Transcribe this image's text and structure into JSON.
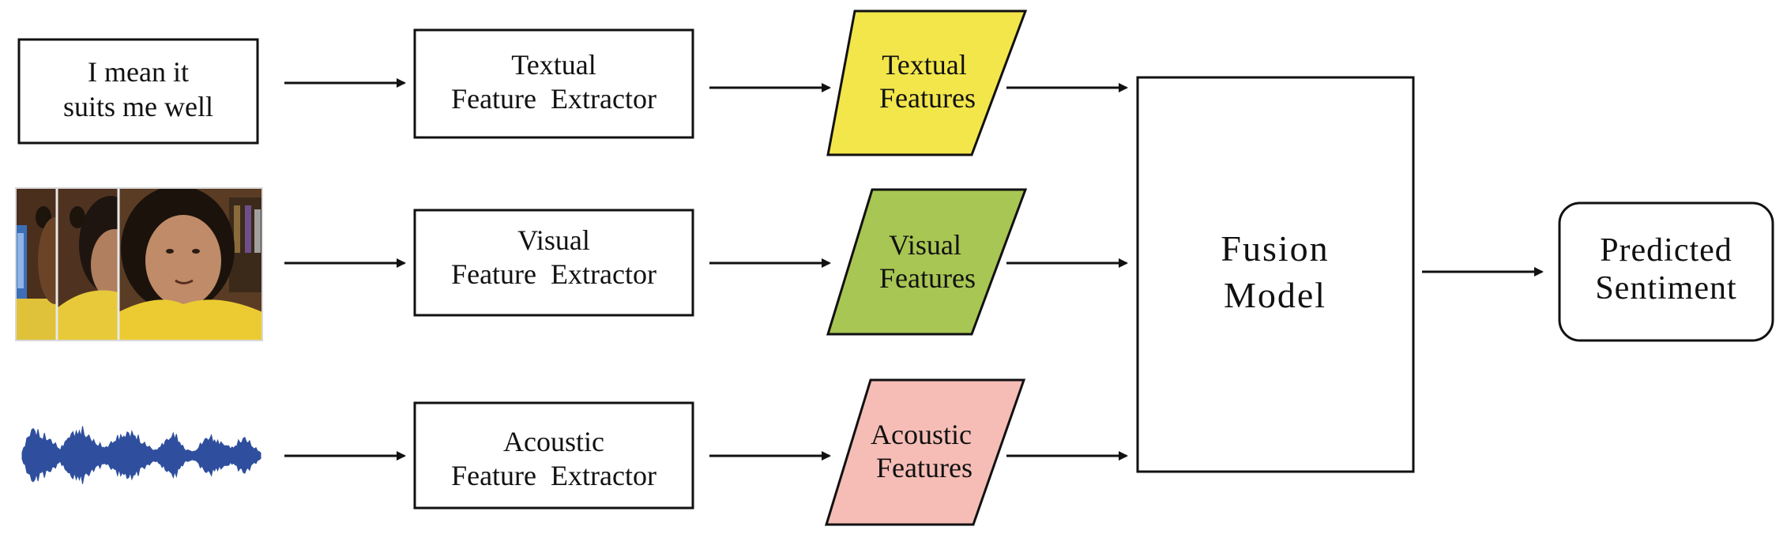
{
  "input_text": {
    "line1": "I mean it",
    "line2": "suits me well"
  },
  "extractors": {
    "textual": {
      "line1": "Textual",
      "line2": "Feature  Extractor"
    },
    "visual": {
      "line1": "Visual",
      "line2": "Feature  Extractor"
    },
    "acoustic": {
      "line1": "Acoustic",
      "line2": "Feature  Extractor"
    }
  },
  "features": {
    "textual": {
      "line1": "Textual",
      "line2": "Features",
      "color": "#f2e64b"
    },
    "visual": {
      "line1": "Visual",
      "line2": "Features",
      "color": "#a8c653"
    },
    "acoustic": {
      "line1": "Acoustic",
      "line2": "Features",
      "color": "#f5bdb6"
    }
  },
  "fusion": {
    "line1": "Fusion",
    "line2": "Model"
  },
  "output": {
    "line1": "Predicted",
    "line2": "Sentiment"
  },
  "icons": {
    "video": "video-frames-image",
    "audio": "audio-waveform",
    "waveform_color": "#2f4f9e"
  }
}
